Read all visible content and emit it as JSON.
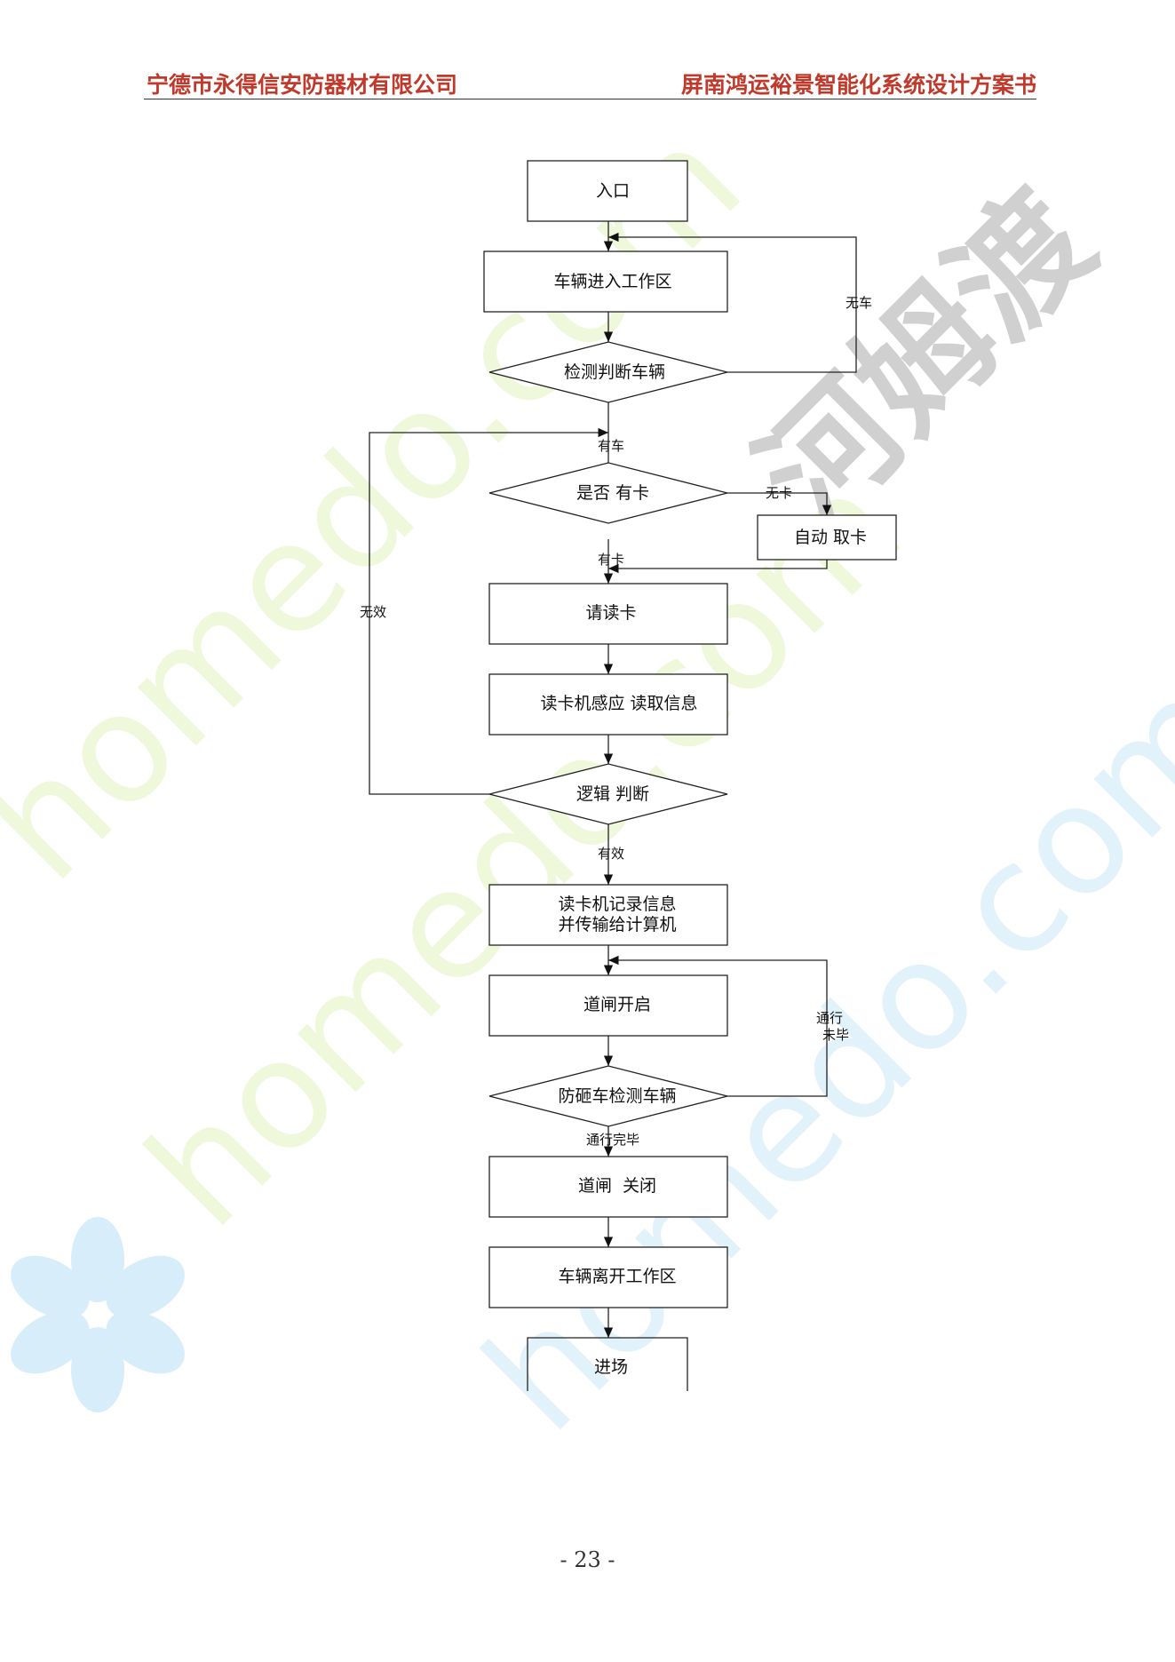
{
  "header": {
    "company": "宁德市永得信安防器材有限公司",
    "document_title": "屏南鸿运裕景智能化系统设计方案书"
  },
  "flowchart": {
    "nodes": {
      "entrance": "入口",
      "enter_zone": "车辆进入工作区",
      "detect_vehicle": "检测判断车辆",
      "has_card": "是否 有卡",
      "auto_card": "自动 取卡",
      "please_read": "请读卡",
      "reader_sense": "读卡机感应 读取信息",
      "logic_judge": "逻辑 判断",
      "record_line1": "读卡机记录信息",
      "record_line2": "并传输给计算机",
      "gate_open": "道闸开启",
      "anti_smash": "防砸车检测车辆",
      "gate_close": "道闸  关闭",
      "leave_zone": "车辆离开工作区",
      "enter_lot": "进场"
    },
    "edge_labels": {
      "no_vehicle": "无车",
      "has_vehicle": "有车",
      "no_card": "无卡",
      "with_card": "有卡",
      "invalid": "无效",
      "valid": "有效",
      "pass_incomplete_line1": "通行",
      "pass_incomplete_line2": "未毕",
      "pass_complete": "通行完毕"
    }
  },
  "watermark": {
    "text1": "homedo.com",
    "text2": "河姆渡",
    "colors": {
      "green": "#eef8d8",
      "blue": "#dff1fa",
      "gray": "#c8c8c8"
    }
  },
  "footer": {
    "page_number": "- 23 -"
  }
}
